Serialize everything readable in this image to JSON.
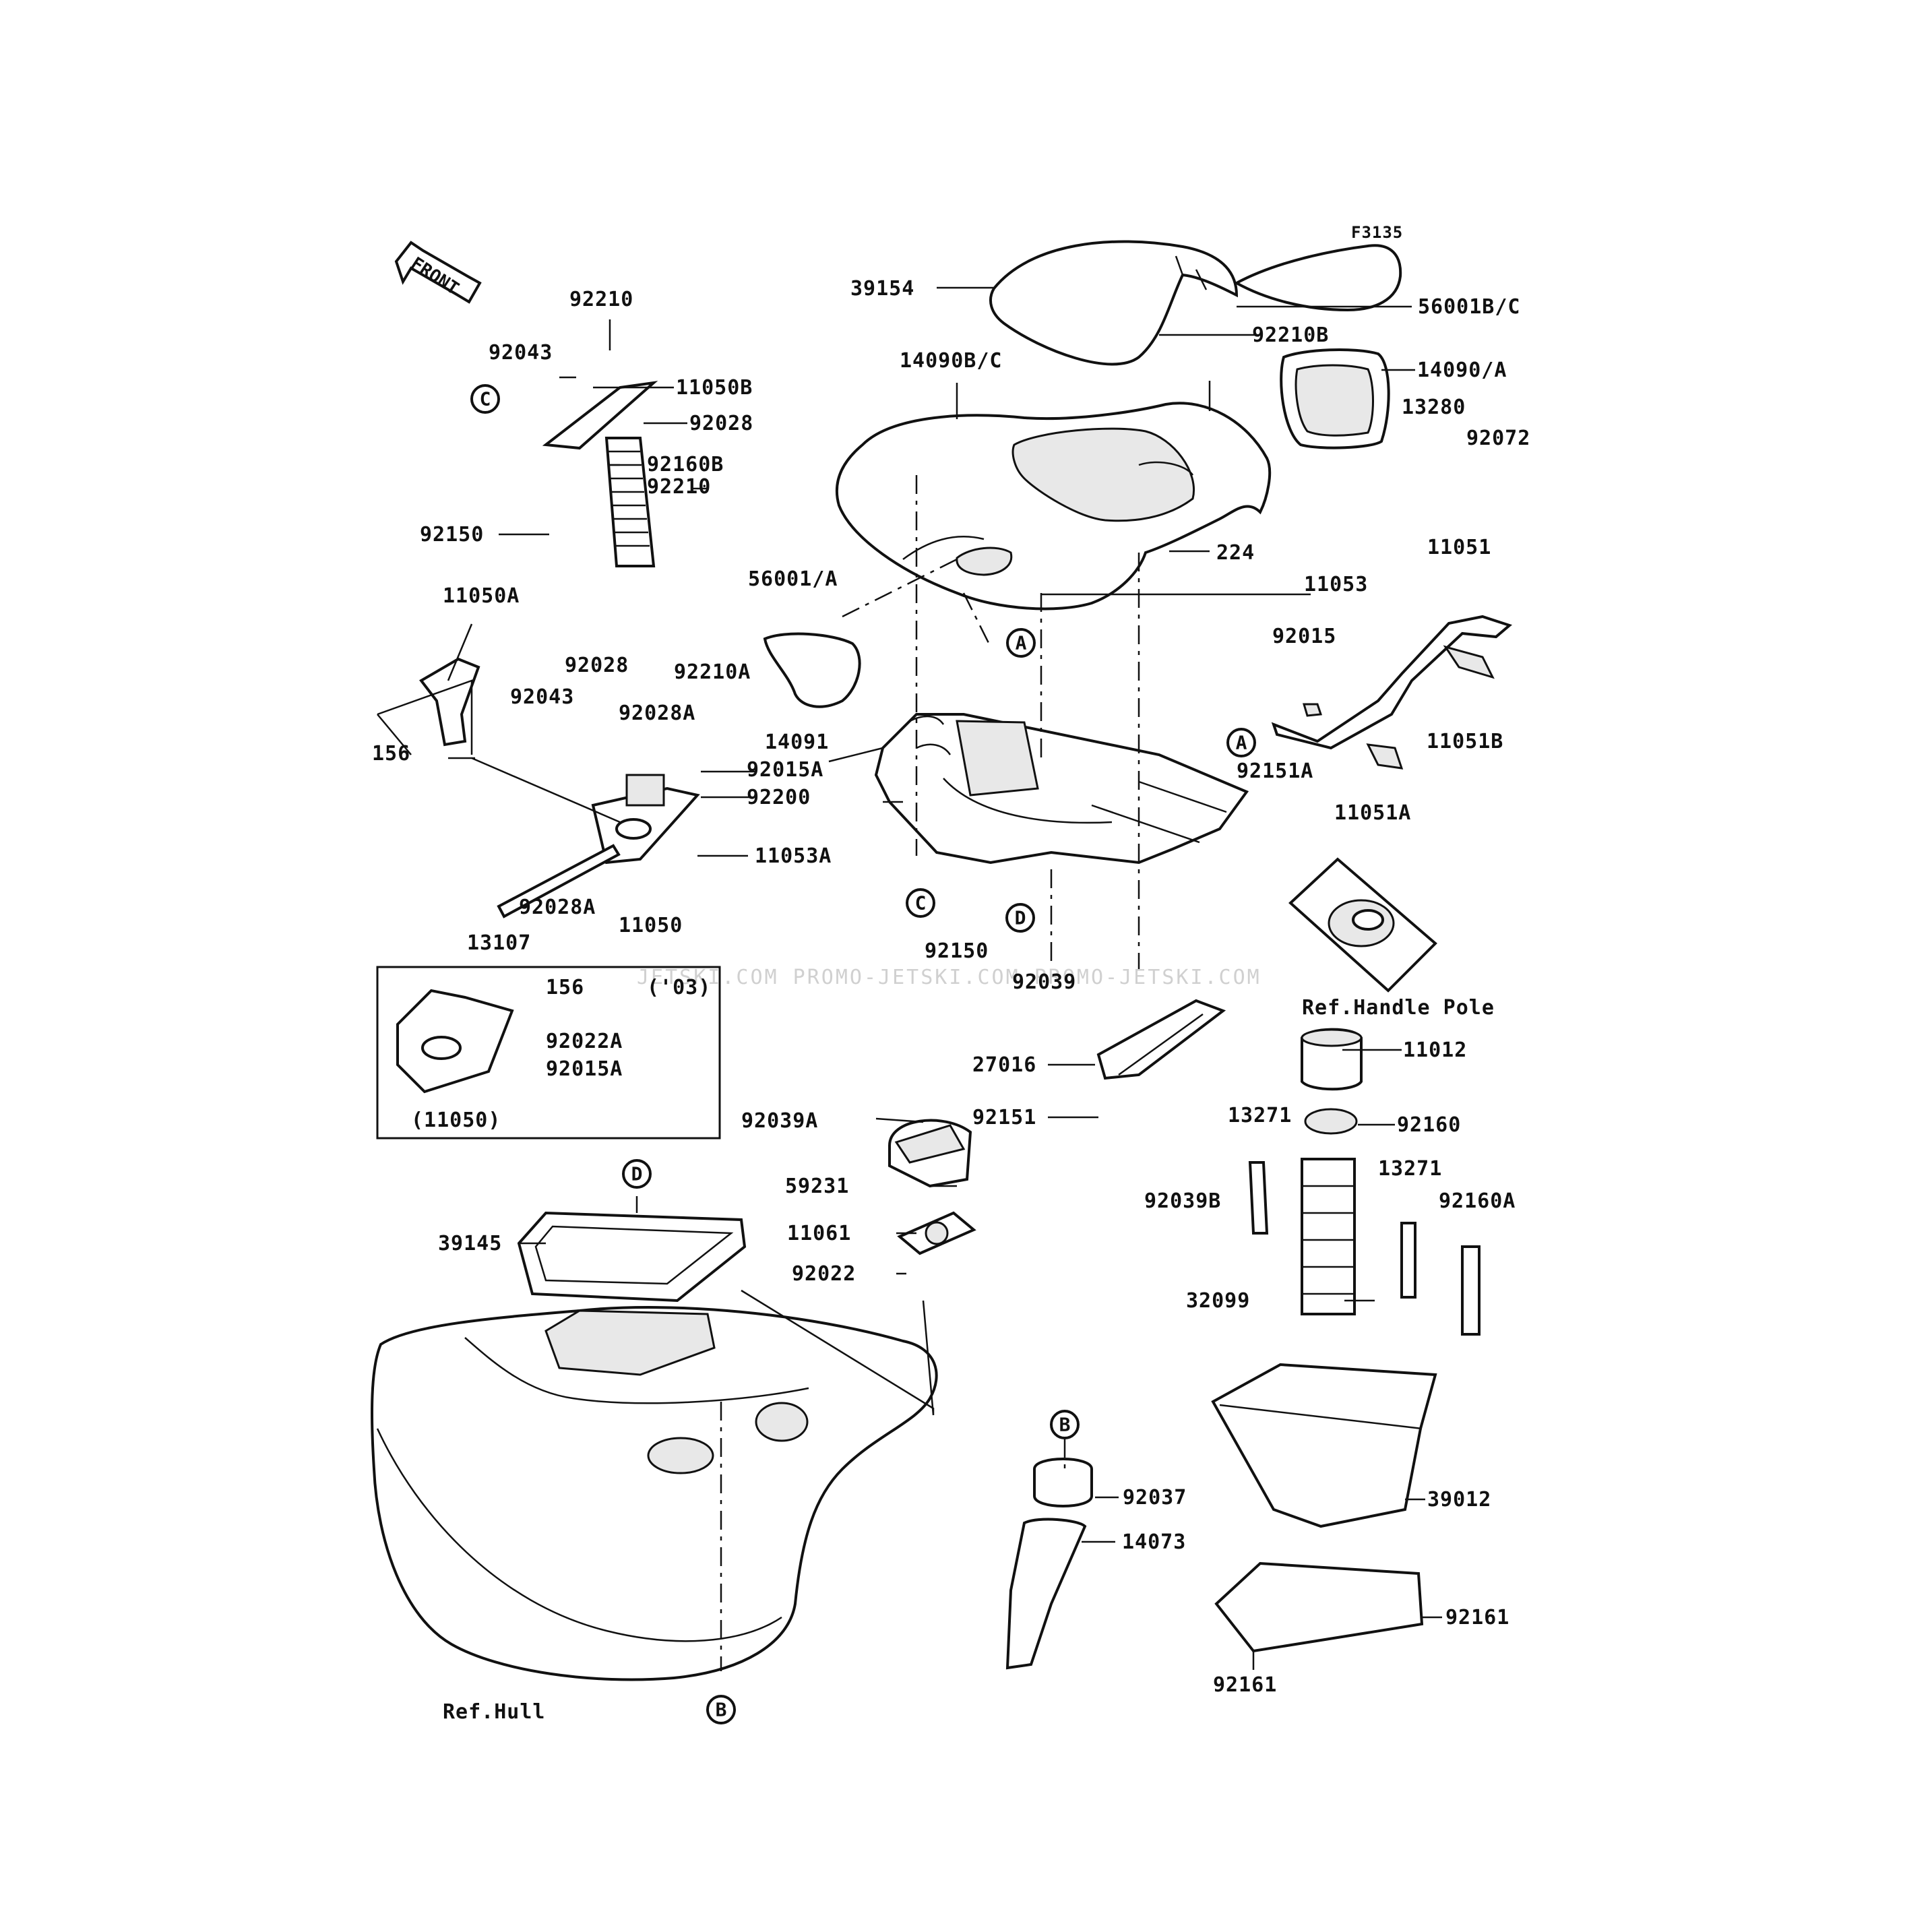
{
  "figure_code": "F3135",
  "front_arrow_text": "FRONT",
  "watermark": "JETSKI.COM  PROMO-JETSKI.COM  PROMO-JETSKI.COM",
  "inset": {
    "year_note": "('03)",
    "part_ref": "(11050)"
  },
  "callouts": [
    "A",
    "A",
    "B",
    "B",
    "C",
    "C",
    "D",
    "D"
  ],
  "labels": [
    "39154",
    "56001B/C",
    "92210B",
    "14090B/C",
    "14090/A",
    "13280",
    "92072",
    "92210",
    "92043",
    "11050B",
    "92028",
    "92160B",
    "92210",
    "92150",
    "224",
    "11051",
    "11053",
    "56001/A",
    "11050A",
    "92015",
    "92043",
    "92028",
    "92210A",
    "92028A",
    "14091",
    "156",
    "92015A",
    "92200",
    "11051B",
    "11051A",
    "92151A",
    "11053A",
    "92028A",
    "11050",
    "13107",
    "92150",
    "92039",
    "Ref.Handle Pole",
    "156",
    "92022A",
    "92015A",
    "11012",
    "27016",
    "92151",
    "92039A",
    "13271",
    "92160",
    "59231",
    "13271",
    "92039B",
    "92160A",
    "11061",
    "39145",
    "92022",
    "32099",
    "92037",
    "39012",
    "14073",
    "92161",
    "92161",
    "Ref.Hull"
  ]
}
